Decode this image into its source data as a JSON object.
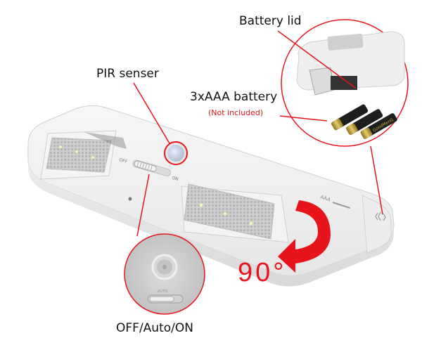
{
  "callouts": {
    "battery_lid": "Battery lid",
    "pir_sensor": "PIR senser",
    "battery_type": "3xAAA battery",
    "battery_note": "(Not included)",
    "switch_modes": "OFF/Auto/ON",
    "rotation": "90°"
  },
  "device": {
    "switch_off": "OFF",
    "switch_auto": "AUTO",
    "switch_on": "ON",
    "battery_brand": "GoodMenG",
    "model_mark": "AAA"
  },
  "colors": {
    "accent": "#e8141c",
    "body": "#f2f2f2",
    "lens": "#c9d3e6",
    "battery_gold": "#c9a93a",
    "battery_black": "#1d1f1c"
  }
}
